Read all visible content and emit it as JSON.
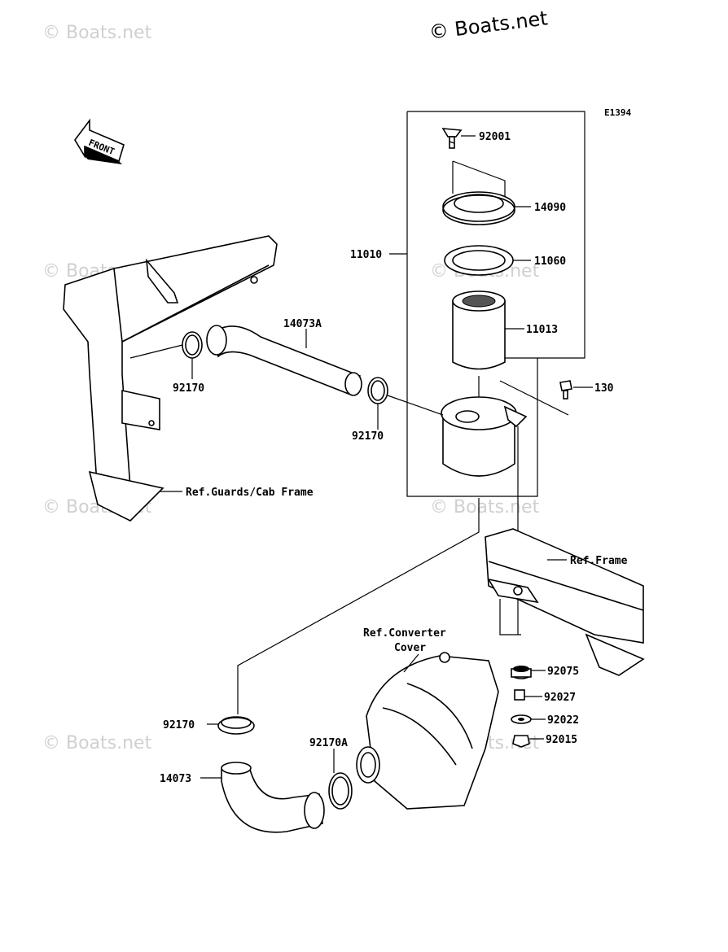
{
  "watermark": {
    "main": "© Boats.net",
    "faint": "© Boats.net"
  },
  "diagram_code": "E1394",
  "front_label": "FRONT",
  "labels": {
    "p92001": "92001",
    "p14090": "14090",
    "p11010": "11010",
    "p11060": "11060",
    "p11013": "11013",
    "p14073A": "14073A",
    "p130": "130",
    "p92170_a": "92170",
    "p92170_b": "92170",
    "ref_guards": "Ref.Guards/Cab Frame",
    "ref_frame": "Ref.Frame",
    "ref_converter_1": "Ref.Converter",
    "ref_converter_2": "Cover",
    "p92075": "92075",
    "p92027": "92027",
    "p92022": "92022",
    "p92015": "92015",
    "p92170_c": "92170",
    "p92170A": "92170A",
    "p14073": "14073"
  }
}
